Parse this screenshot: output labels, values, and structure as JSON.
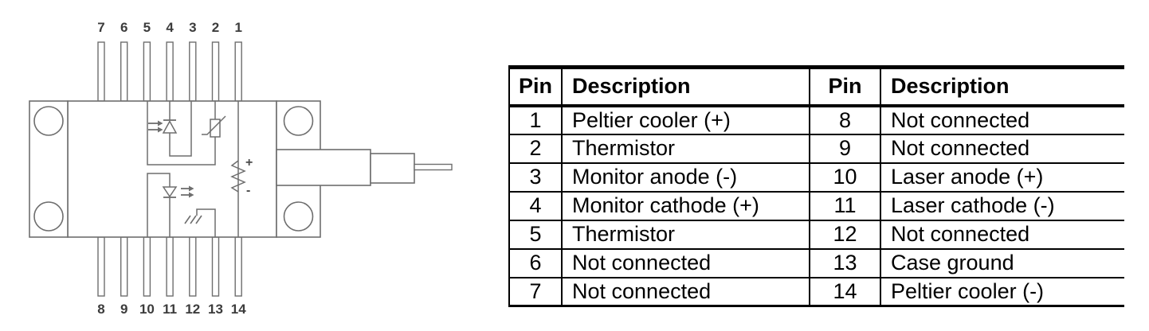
{
  "diagram": {
    "top_pin_labels": [
      "7",
      "6",
      "5",
      "4",
      "3",
      "2",
      "1"
    ],
    "bottom_pin_labels": [
      "8",
      "9",
      "10",
      "11",
      "12",
      "13",
      "14"
    ],
    "tec": {
      "plus_label": "+",
      "minus_label": "-"
    },
    "line_color": "#6e6e6e",
    "label_color": "#3c3c3c"
  },
  "table": {
    "headers": [
      "Pin",
      "Description",
      "Pin",
      "Description"
    ],
    "rows": [
      [
        "1",
        "Peltier cooler (+)",
        "8",
        "Not connected"
      ],
      [
        "2",
        "Thermistor",
        "9",
        "Not connected"
      ],
      [
        "3",
        "Monitor anode (-)",
        "10",
        "Laser anode (+)"
      ],
      [
        "4",
        "Monitor cathode (+)",
        "11",
        "Laser cathode (-)"
      ],
      [
        "5",
        "Thermistor",
        "12",
        "Not connected"
      ],
      [
        "6",
        "Not connected",
        "13",
        "Case ground"
      ],
      [
        "7",
        "Not connected",
        "14",
        "Peltier cooler (-)"
      ]
    ],
    "border_color": "#000000"
  }
}
